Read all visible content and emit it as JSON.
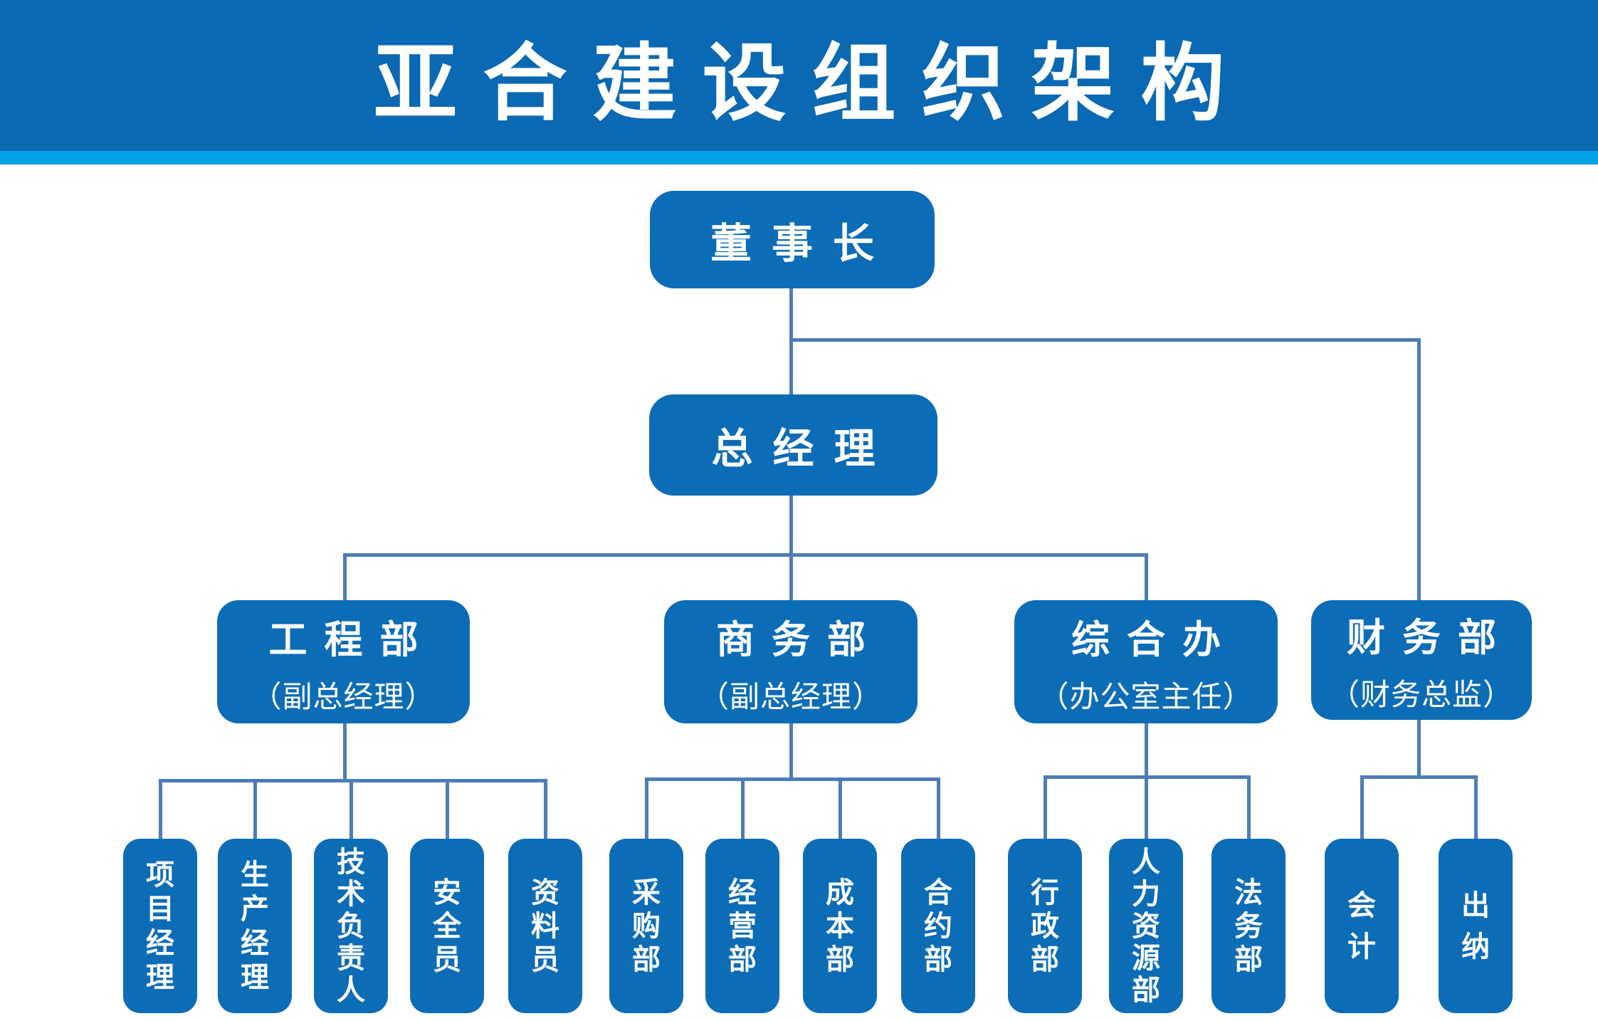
{
  "header": {
    "title": "亚合建设组织架构"
  },
  "colors": {
    "node_blue": "#0d6cb6",
    "header_band_blue": "#0b68b2",
    "accent_cyan": "#00a2e8",
    "connector_blue": "#4e7cb5",
    "background": "#ffffff",
    "text": "#ffffff"
  },
  "org": {
    "chairman": {
      "label": "董事长"
    },
    "general_manager": {
      "label": "总经理"
    },
    "departments": [
      {
        "label": "工程部",
        "subtitle": "（副总经理）",
        "children": [
          "项目经理",
          "生产经理",
          "技术负责人",
          "安全员",
          "资料员"
        ]
      },
      {
        "label": "商务部",
        "subtitle": "（副总经理）",
        "children": [
          "采购部",
          "经营部",
          "成本部",
          "合约部"
        ]
      },
      {
        "label": "综合办",
        "subtitle": "（办公室主任）",
        "children": [
          "行政部",
          "人力资源部",
          "法务部"
        ]
      },
      {
        "label": "财务部",
        "subtitle": "（财务总监）",
        "children": [
          "会计",
          "出纳"
        ]
      }
    ]
  }
}
